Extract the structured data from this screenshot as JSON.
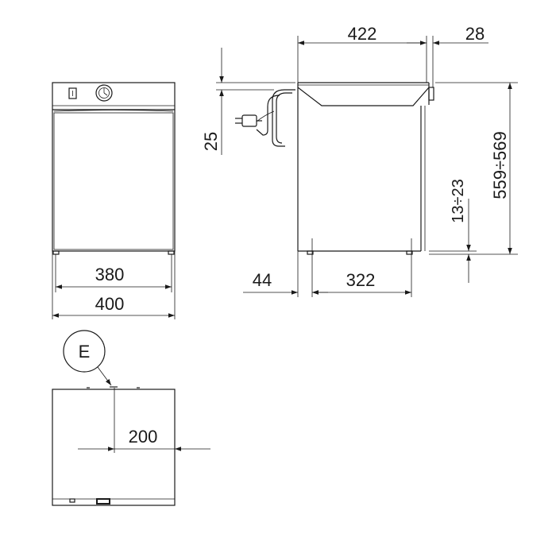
{
  "front_view": {
    "dim_inner_width": "380",
    "dim_outer_width": "400"
  },
  "side_view": {
    "dim_depth": "422",
    "dim_rear_offset": "28",
    "dim_cable_height": "25",
    "dim_total_height": "559÷569",
    "dim_foot_height": "13÷23",
    "dim_front_offset": "44",
    "dim_foot_spacing": "322"
  },
  "top_view": {
    "detail_label": "E",
    "dim_position": "200"
  }
}
